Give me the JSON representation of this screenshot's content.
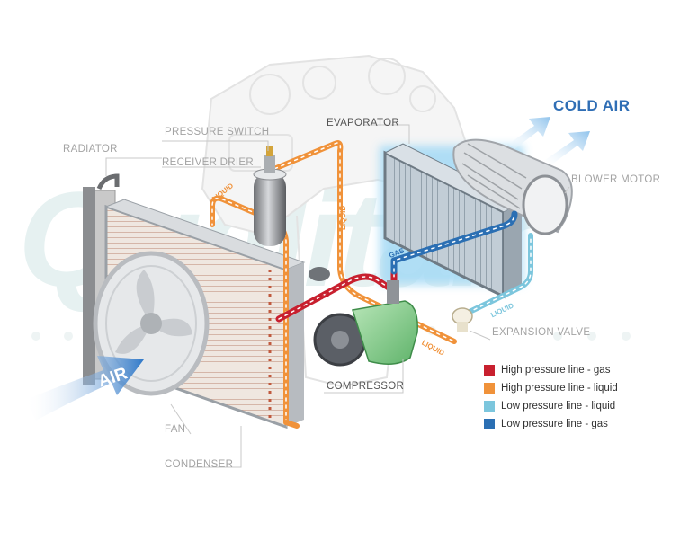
{
  "labels": {
    "radiator": "RADIATOR",
    "pressure_switch": "PRESSURE SWITCH",
    "receiver_drier": "RECEIVER DRIER",
    "evaporator": "EVAPORATOR",
    "blower_motor": "BLOWER MOTOR",
    "expansion_valve": "EXPANSION VALVE",
    "compressor": "COMPRESSOR",
    "fan": "FAN",
    "condenser": "CONDENSER"
  },
  "cold_air": "COLD AIR",
  "air": "AIR",
  "flow_labels": {
    "liquid": "LIQUID",
    "gas": "GAS"
  },
  "legend": [
    {
      "text": "High pressure line - gas",
      "color": "#c8202f"
    },
    {
      "text": "High pressure line - liquid",
      "color": "#f0923a"
    },
    {
      "text": "Low pressure line - liquid",
      "color": "#7cc6dd"
    },
    {
      "text": "Low pressure line -  gas",
      "color": "#2b6fb3"
    }
  ],
  "colors": {
    "high_gas": "#c8202f",
    "high_liquid": "#f0923a",
    "low_liquid": "#7cc6dd",
    "low_gas": "#2b6fb3",
    "label_grey": "#a3a3a3",
    "cold_air_blue": "#2f6eb5"
  }
}
